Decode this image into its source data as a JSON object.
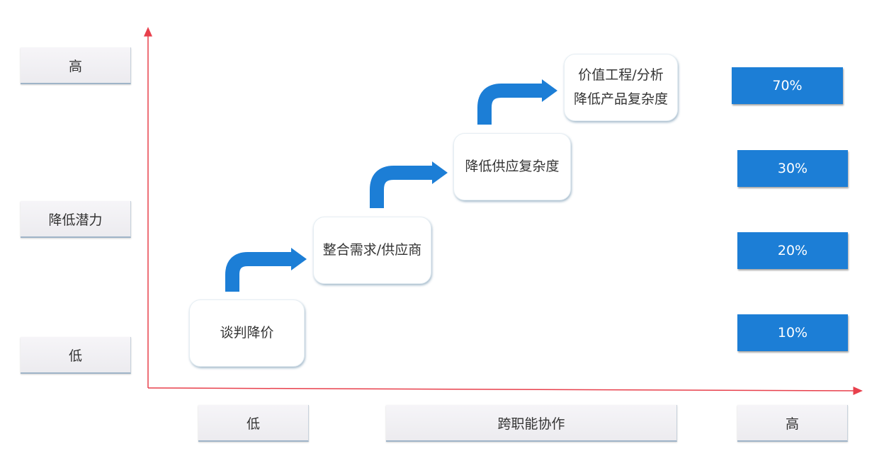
{
  "y_axis": {
    "high": "高",
    "middle": "降低潜力",
    "low": "低"
  },
  "x_axis": {
    "low": "低",
    "middle": "跨职能协作",
    "high": "高"
  },
  "steps": [
    {
      "lines": [
        "谈判降价"
      ]
    },
    {
      "lines": [
        "整合需求/供应商"
      ]
    },
    {
      "lines": [
        "降低供应复杂度"
      ]
    },
    {
      "lines": [
        "价值工程/分析",
        "降低产品复杂度"
      ]
    }
  ],
  "percentages": [
    "70%",
    "30%",
    "20%",
    "10%"
  ],
  "colors": {
    "axis": "#e8404c",
    "arrow": "#1c7ed6",
    "badge": "#1c7ed6"
  }
}
